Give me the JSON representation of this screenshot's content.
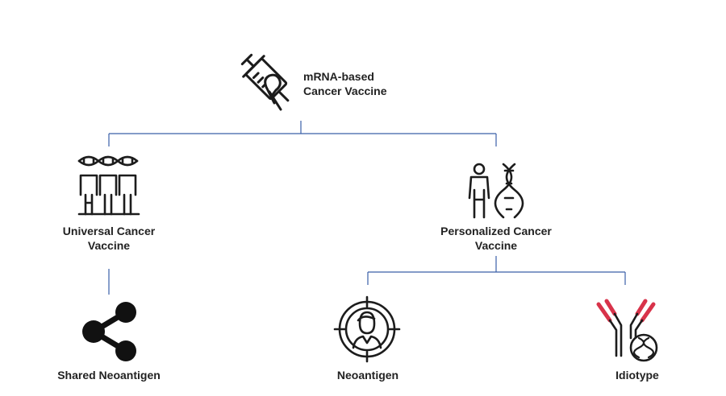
{
  "root": {
    "label_line1": "mRNA-based",
    "label_line2": "Cancer Vaccine",
    "icon": "syringe-ribbon-icon"
  },
  "universal": {
    "label_line1": "Universal Cancer",
    "label_line2": "Vaccine",
    "icon": "people-dna-icon"
  },
  "personalized": {
    "label_line1": "Personalized Cancer",
    "label_line2": "Vaccine",
    "icon": "person-dna-icon"
  },
  "shared": {
    "label": "Shared Neoantigen",
    "icon": "share-icon"
  },
  "neoantigen": {
    "label": "Neoantigen",
    "icon": "target-person-icon"
  },
  "idiotype": {
    "label": "Idiotype",
    "icon": "antibody-dna-icon"
  },
  "colors": {
    "connector": "#3a5fa8",
    "text": "#222222",
    "icon": "#1c1c1c",
    "accent": "#d8334a"
  }
}
